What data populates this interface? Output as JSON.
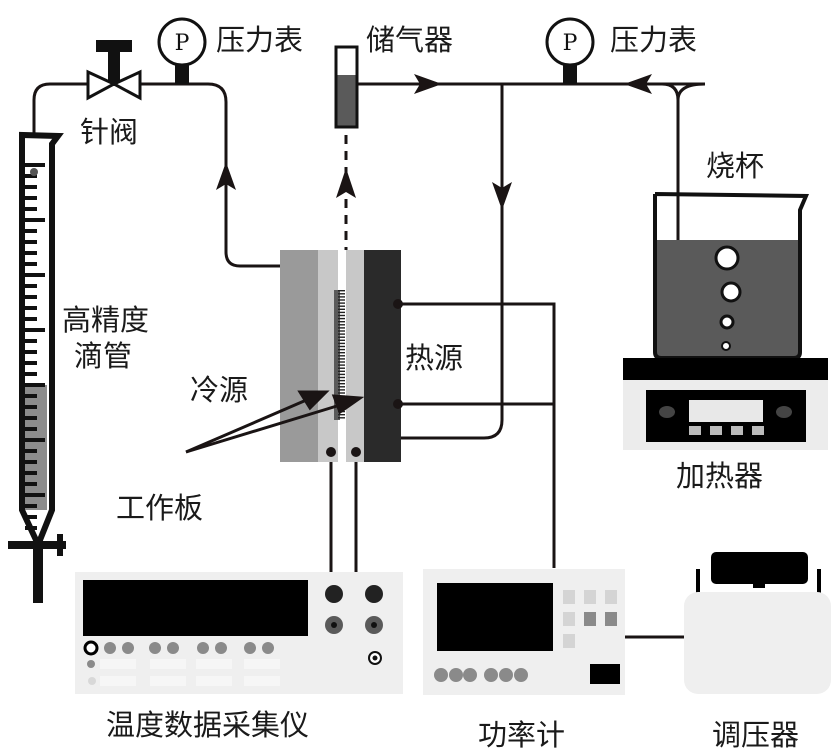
{
  "diagram": {
    "title": "Experimental setup schematic",
    "labels": {
      "needle_valve": "针阀",
      "pressure_gauge_left": "压力表",
      "gas_reservoir": "储气器",
      "pressure_gauge_right": "压力表",
      "beaker": "烧杯",
      "burette_line1": "高精度",
      "burette_line2": "滴管",
      "cold_source": "冷源",
      "heat_source": "热源",
      "working_plate": "工作板",
      "heater": "加热器",
      "temp_logger": "温度数据采集仪",
      "power_meter": "功率计",
      "voltage_regulator": "调压器"
    },
    "gauge_symbol": "P",
    "colors": {
      "line": "#1a1414",
      "liquid": "#5a5a5a",
      "cold_plate": "#9a9a9a",
      "work_plate": "#c8c8c8",
      "hot_plate": "#2a2a2a",
      "device_body": "#efefef",
      "screen": "#000000",
      "button": "#8a8a8a"
    }
  }
}
